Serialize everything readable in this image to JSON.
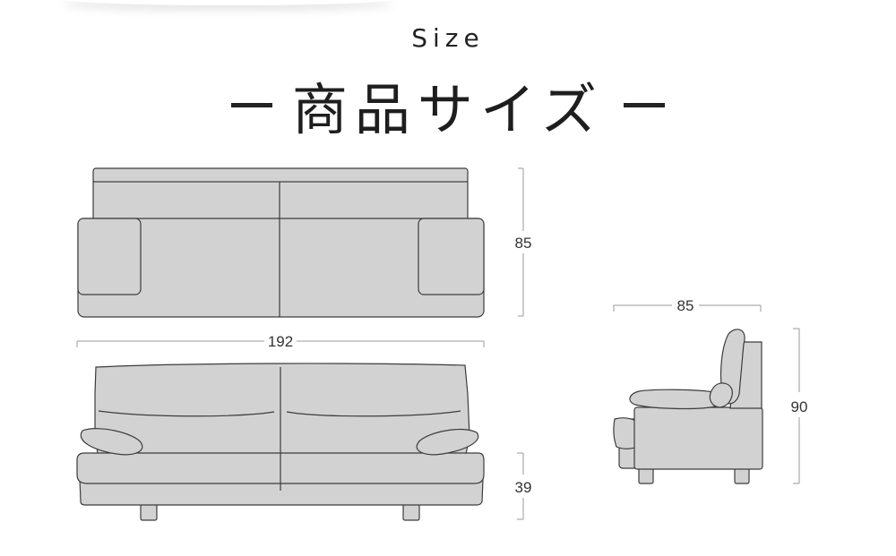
{
  "header": {
    "eyebrow": "Size",
    "title": "商品サイズ"
  },
  "dimensions": {
    "width": "192",
    "depth": "85",
    "seat_height": "39",
    "side_depth": "85",
    "side_height": "90"
  },
  "colors": {
    "fill": "#d2d2d2",
    "stroke": "#3c3c3c",
    "line": "#999999",
    "text": "#333333"
  }
}
